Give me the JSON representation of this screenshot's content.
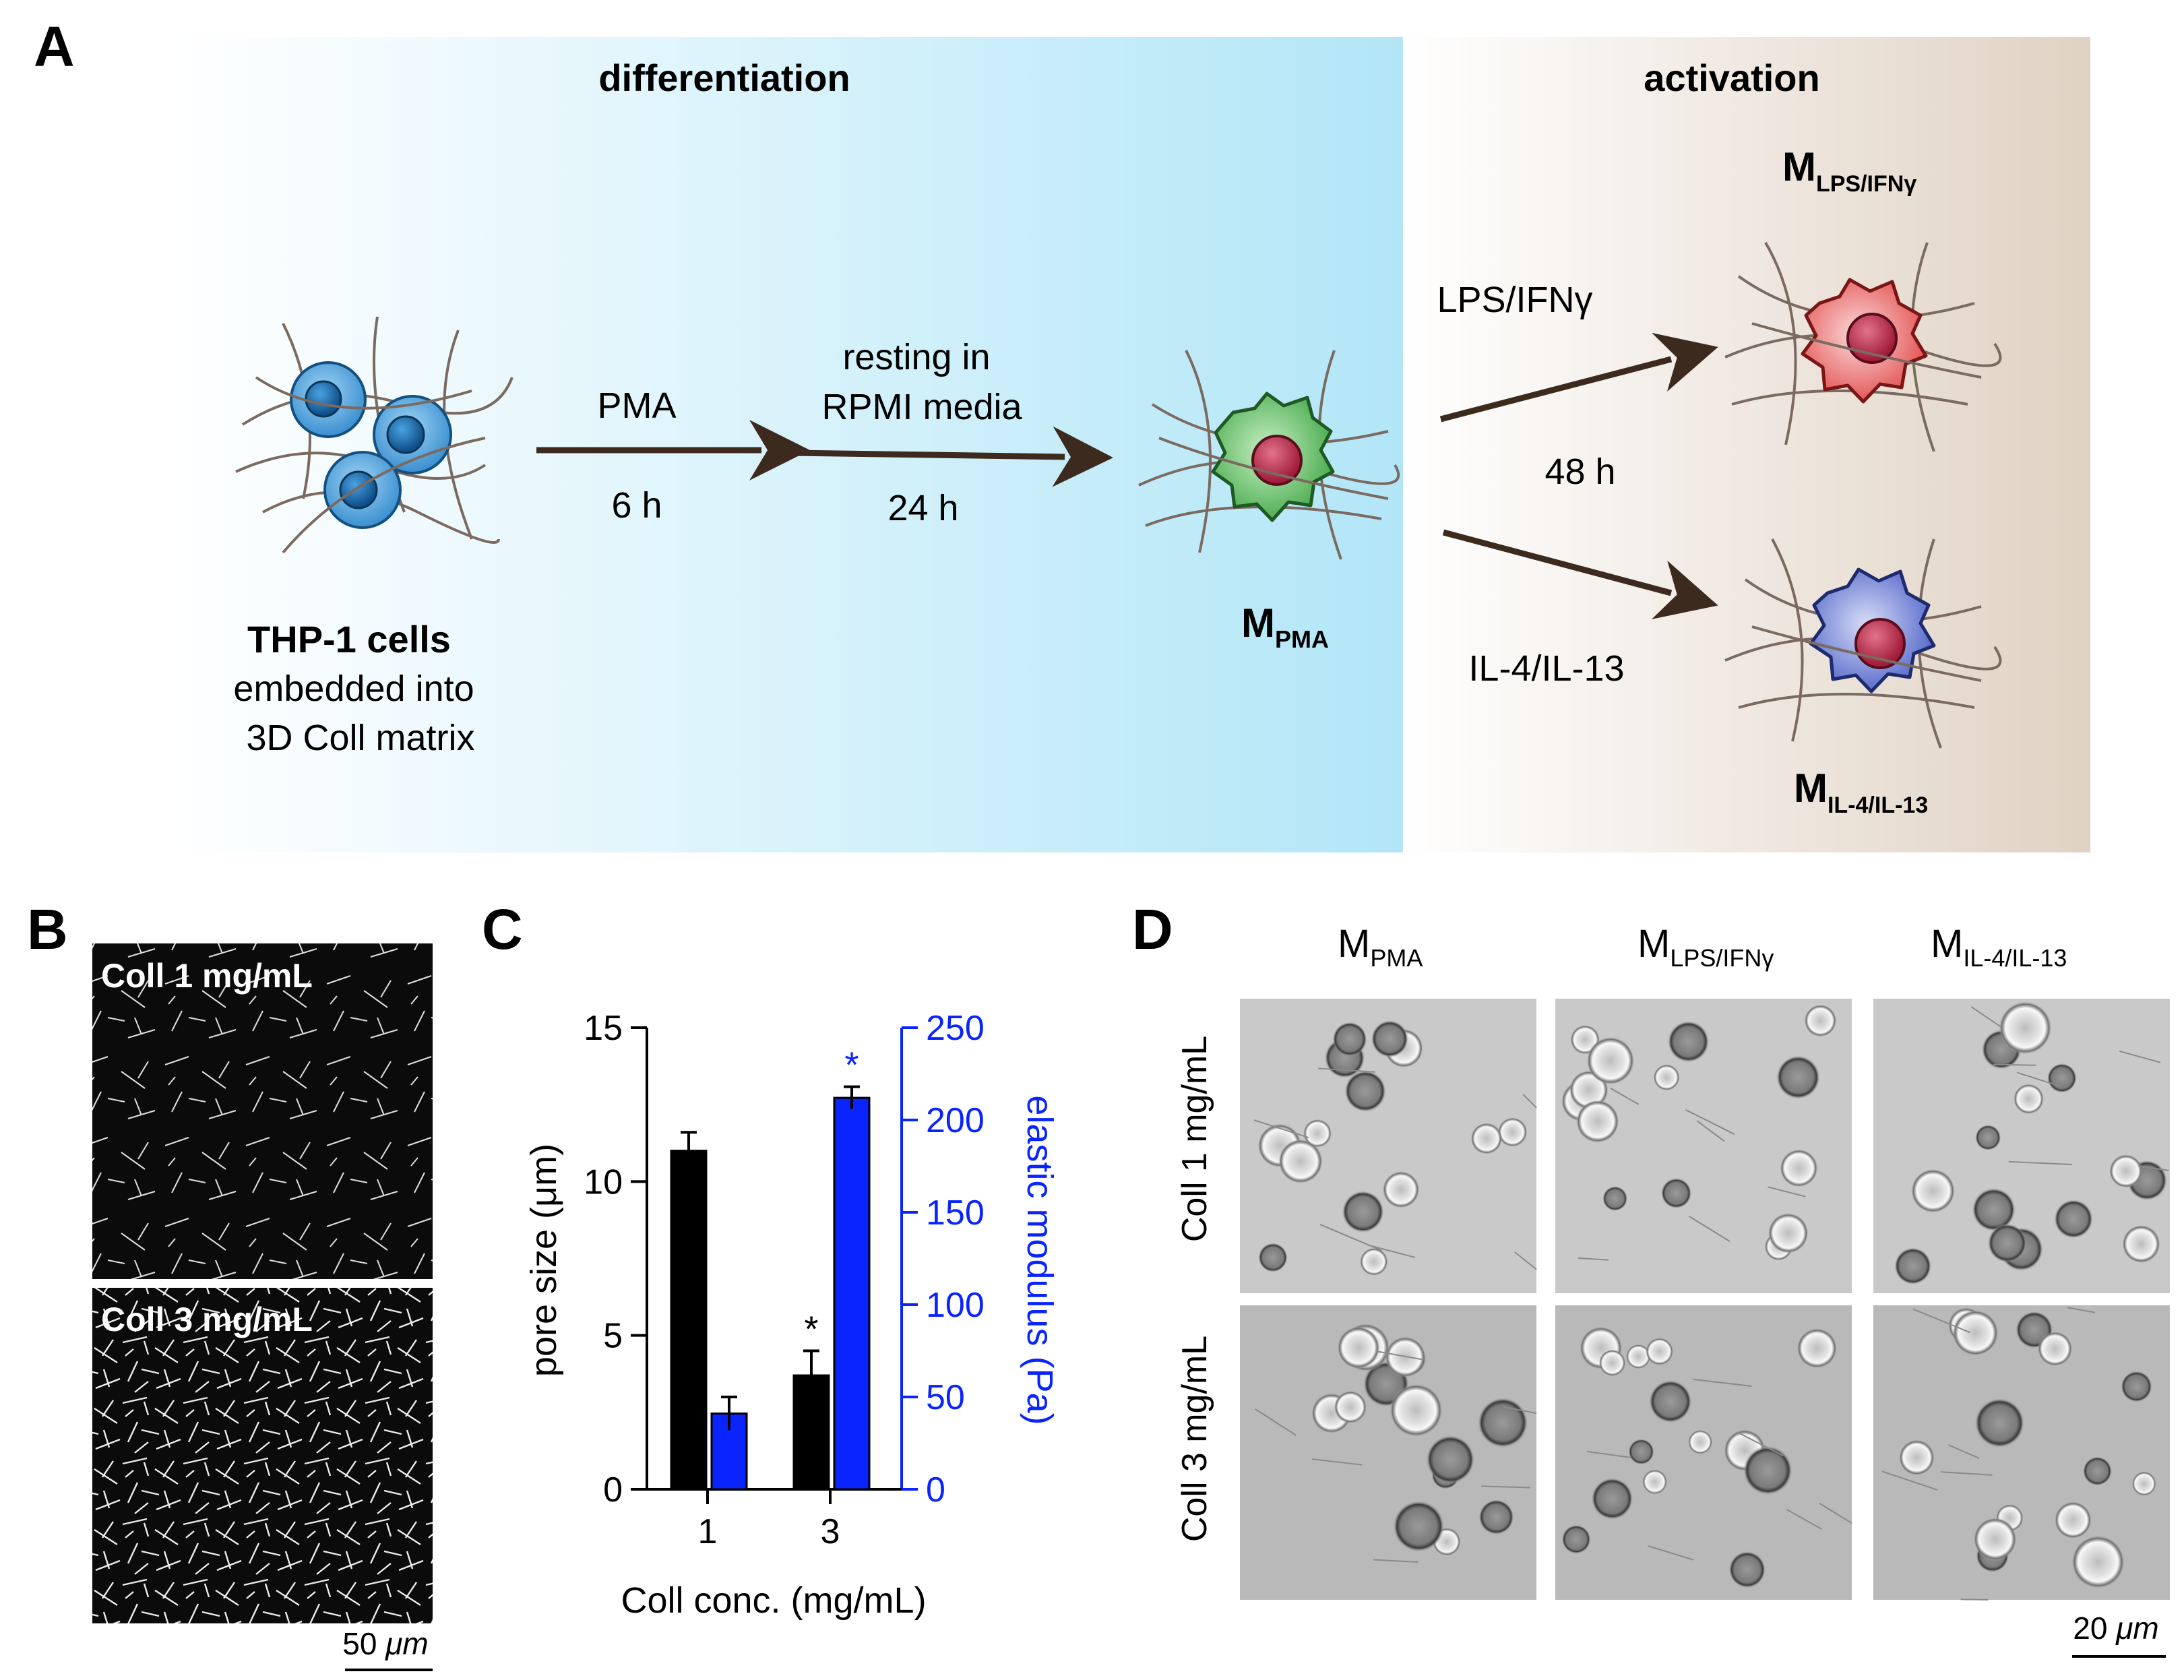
{
  "panel_labels": {
    "a": "A",
    "b": "B",
    "c": "C",
    "d": "D"
  },
  "panel_a": {
    "phase_differentiation": "differentiation",
    "phase_activation": "activation",
    "start_cell_title": "THP-1 cells",
    "start_cell_line2": "embedded into",
    "start_cell_line3": "3D Coll matrix",
    "step1_top": "PMA",
    "step1_bottom": "6 h",
    "step2_top_line1": "resting in",
    "step2_top_line2": "RPMI media",
    "step2_bottom": "24 h",
    "m_pma": {
      "main": "M",
      "sub": "PMA"
    },
    "branch_top_label": "LPS/IFNγ",
    "branch_time": "48 h",
    "branch_bottom_label": "IL-4/IL-13",
    "m_lps": {
      "main": "M",
      "sub": "LPS/IFNγ"
    },
    "m_il": {
      "main": "M",
      "sub": "IL-4/IL-13"
    },
    "colors": {
      "diff_bg": "#b2e6f7",
      "act_bg": "#e0d2c3",
      "arrow": "#3d2a1e",
      "cell_blue": "#3b8fd0",
      "cell_green": "#6cc46c",
      "cell_red": "#e86a6a",
      "cell_purple": "#6a7ed6",
      "nucleus": "#b8304a",
      "fiber": "#7a6a60"
    }
  },
  "panel_b": {
    "image1_label": "Coll 1 mg/mL",
    "image2_label": "Coll 3 mg/mL",
    "scale_value": "50",
    "scale_unit": "μm"
  },
  "panel_d": {
    "col_headers": [
      {
        "main": "M",
        "sub": "PMA"
      },
      {
        "main": "M",
        "sub": "LPS/IFNγ"
      },
      {
        "main": "M",
        "sub": "IL-4/IL-13"
      }
    ],
    "row_labels": [
      "Coll 1 mg/mL",
      "Coll 3 mg/mL"
    ],
    "scale_value": "20",
    "scale_unit": "μm"
  },
  "chart_data": {
    "type": "bar",
    "categories": [
      "1",
      "3"
    ],
    "xlabel": "Coll conc. (mg/mL)",
    "ylabel_left": "pore size (μm)",
    "ylabel_right": "elastic modulus (Pa)",
    "ylim_left": [
      0,
      15
    ],
    "ylim_right": [
      0,
      250
    ],
    "yticks_left": [
      0,
      5,
      10,
      15
    ],
    "yticks_right": [
      0,
      50,
      100,
      150,
      200,
      250
    ],
    "series": [
      {
        "axis": "left",
        "color": "#000000",
        "values": [
          11.0,
          3.7
        ],
        "errors": [
          0.6,
          0.8
        ],
        "significance": [
          "",
          "*"
        ]
      },
      {
        "axis": "right",
        "color": "#0a24ff",
        "values": [
          41,
          212
        ],
        "errors": [
          9,
          6
        ],
        "significance": [
          "",
          "*"
        ]
      }
    ]
  }
}
